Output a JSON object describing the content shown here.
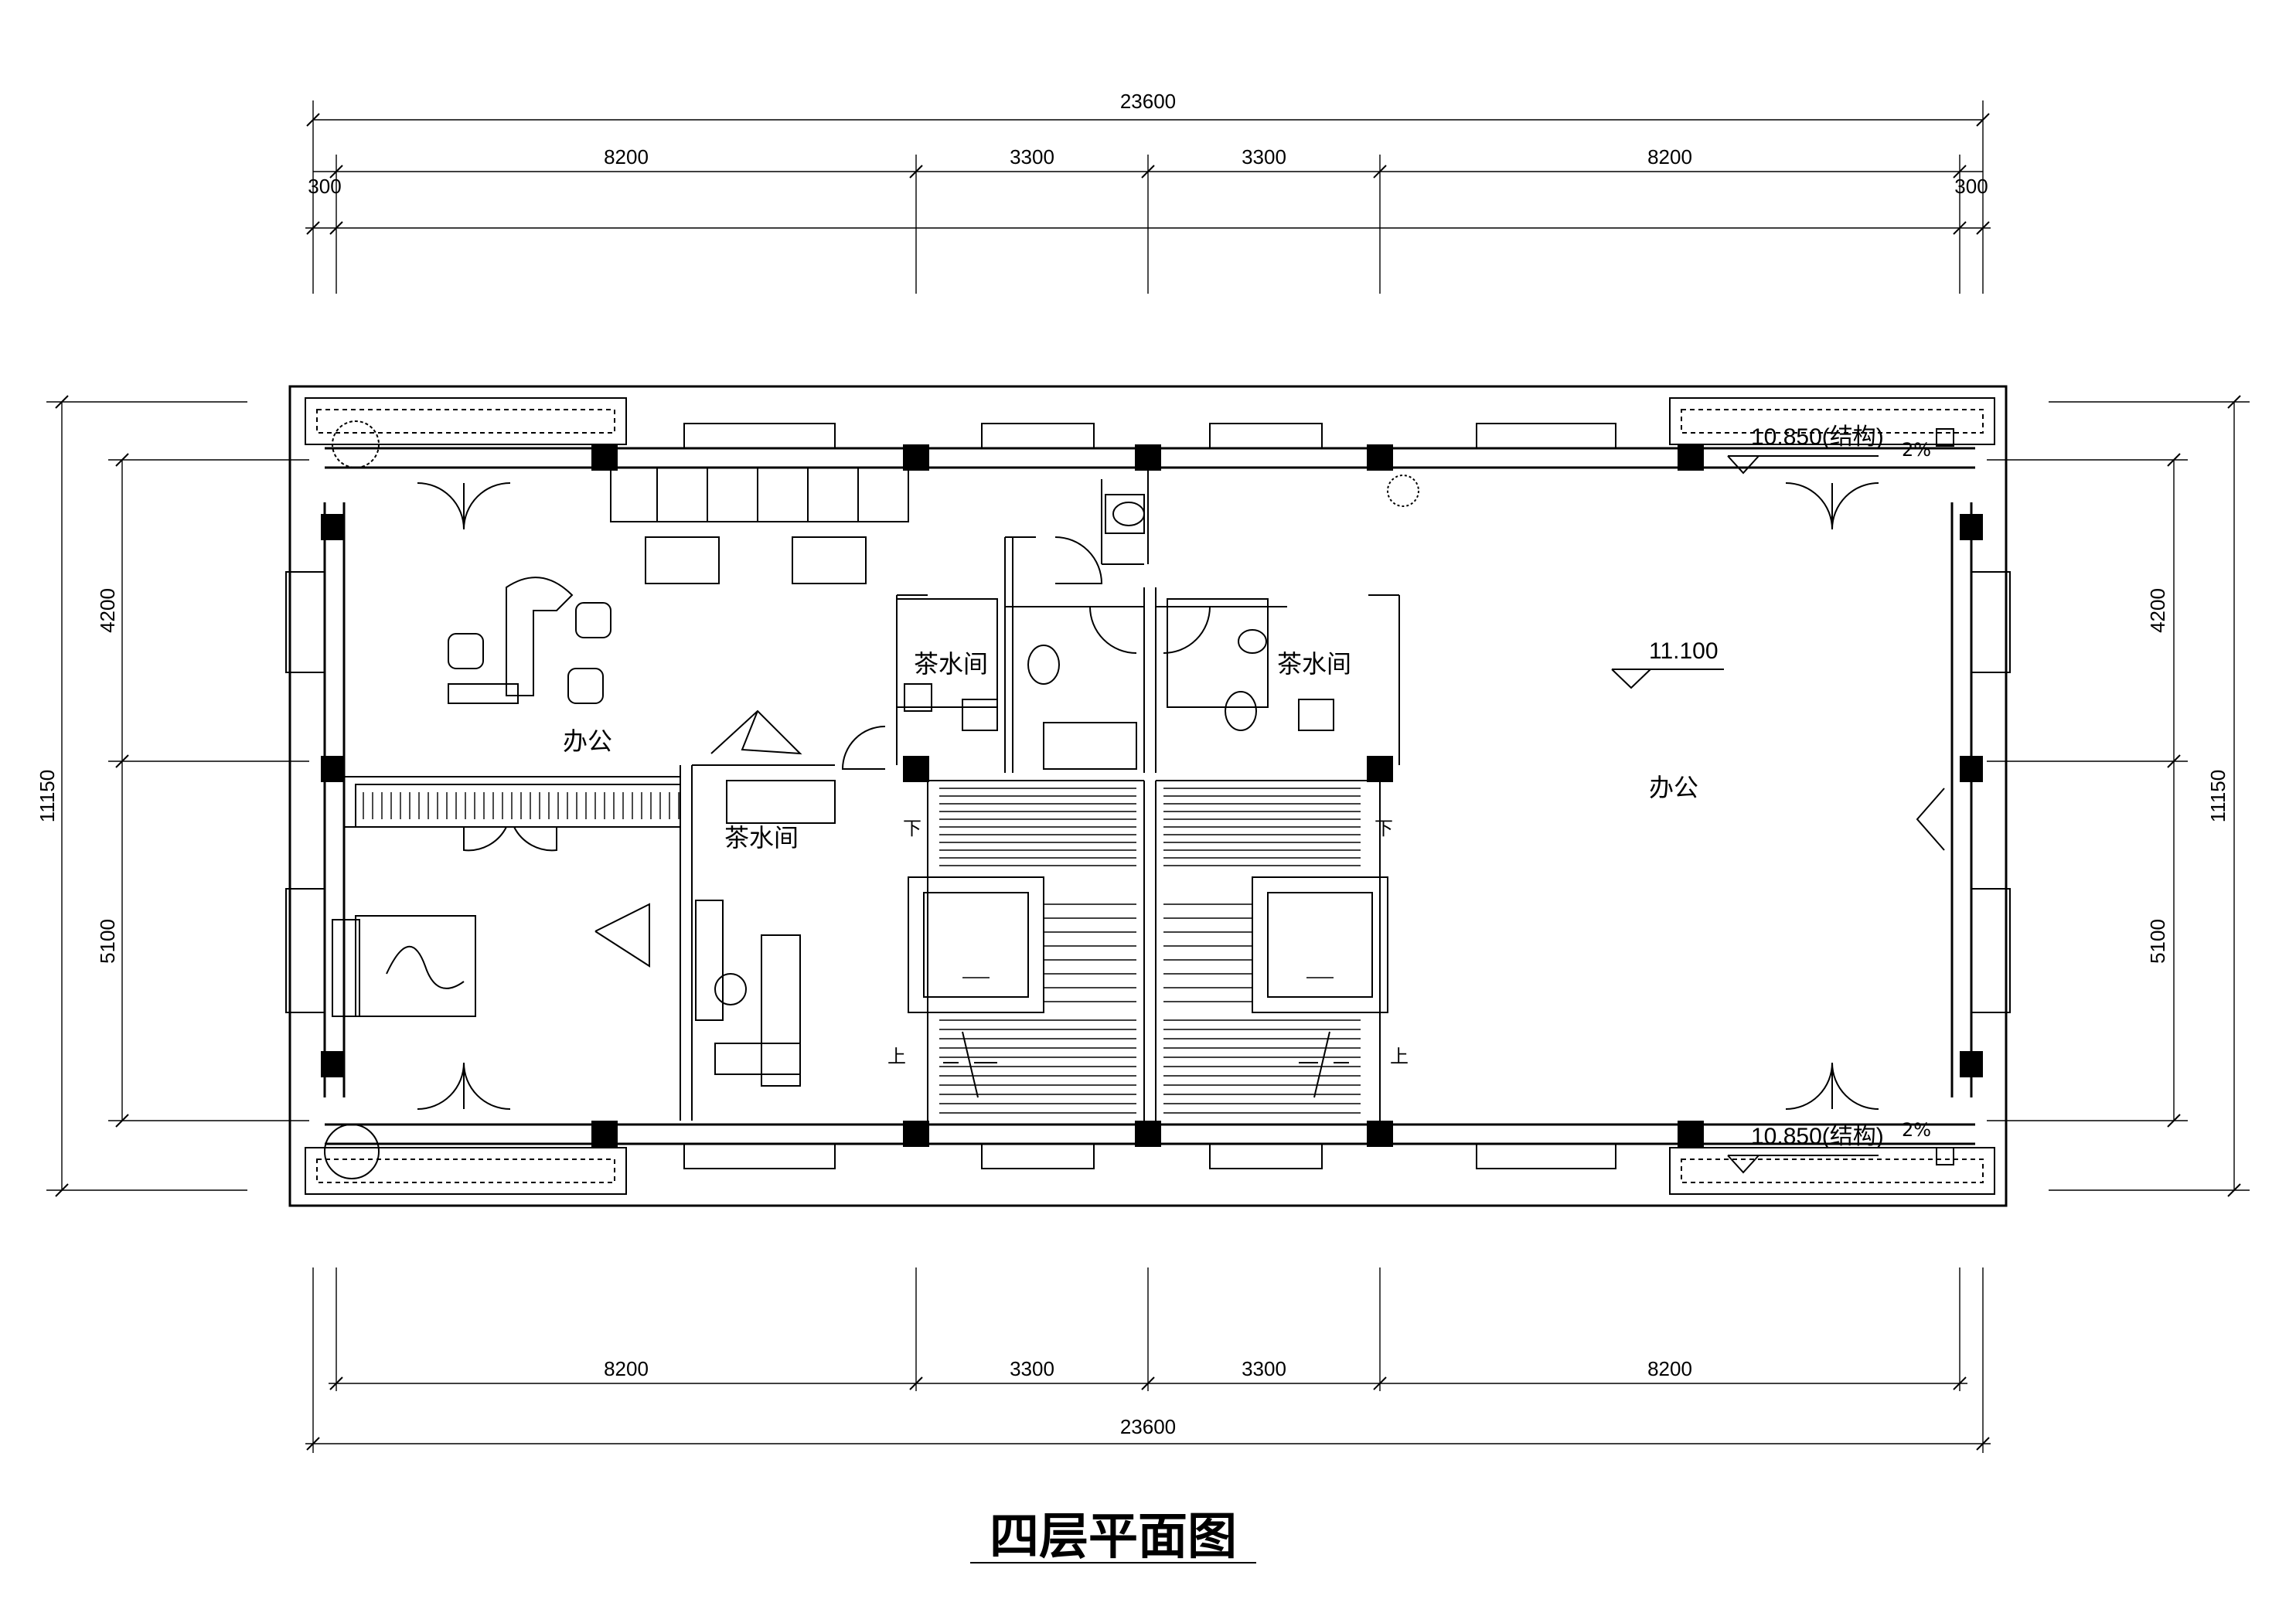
{
  "title": "四层平面图",
  "dimensions": {
    "total_top": "23600",
    "total_bottom": "23600",
    "segments_top": [
      "8200",
      "3300",
      "3300",
      "8200"
    ],
    "segments_bottom": [
      "8200",
      "3300",
      "3300",
      "8200"
    ],
    "edge_left": "300",
    "edge_right": "300",
    "left_total": "11150",
    "left_segments": [
      "4200",
      "5100"
    ],
    "right_total": "11150",
    "right_segments": [
      "4200",
      "5100"
    ]
  },
  "rooms": {
    "office_left": "办公",
    "office_right": "办公",
    "tea_room_1": "茶水间",
    "tea_room_2": "茶水间",
    "tea_room_3": "茶水间"
  },
  "elevations": {
    "floor": "11.100",
    "balcony_top": "10.850(结构)",
    "balcony_bottom": "10.850(结构)"
  },
  "slopes": {
    "top": "2%",
    "bottom": "2%"
  },
  "stairs": {
    "left_down": "下",
    "left_up": "上",
    "right_down": "下",
    "right_up": "上"
  },
  "colors": {
    "line": "#000000",
    "background": "#ffffff"
  }
}
